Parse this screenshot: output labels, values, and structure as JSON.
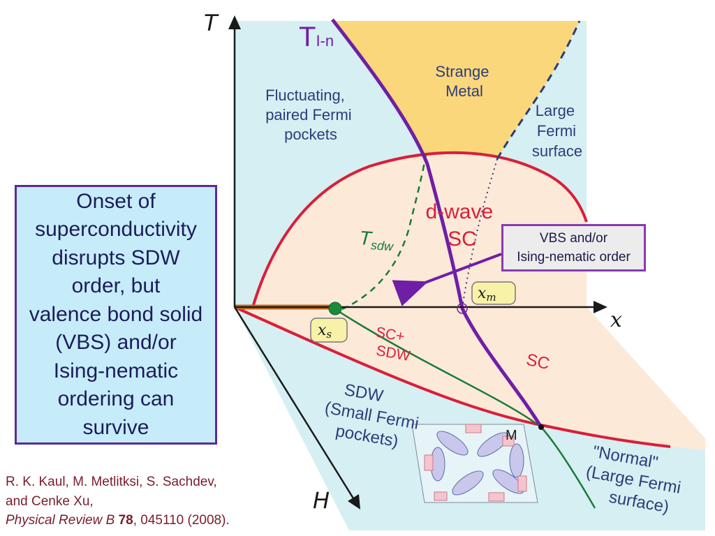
{
  "axes": {
    "t": "T",
    "x": "x",
    "h": "H"
  },
  "regions": {
    "t_ln_main": "T",
    "t_ln_sub": "I-n",
    "strange_metal": [
      "Strange",
      "Metal"
    ],
    "fluctuating": [
      "Fluctuating,",
      "paired Fermi",
      "pockets"
    ],
    "large_fermi": [
      "Large",
      "Fermi",
      "surface"
    ],
    "dwave": [
      "d-wave",
      "SC"
    ],
    "tsdw_main": "T",
    "tsdw_sub": "sdw",
    "sc_sdw": [
      "SC+",
      "SDW"
    ],
    "sc": "SC",
    "sdw": [
      "SDW",
      "(Small Fermi",
      "pockets)"
    ],
    "normal": [
      "\"Normal\"",
      "(Large Fermi",
      "surface)"
    ],
    "m_point": "M",
    "xs_main": "x",
    "xs_sub": "s",
    "xm_main": "x",
    "xm_sub": "m"
  },
  "colors": {
    "sky": "#d6eff3",
    "orange_region": "#fde9d8",
    "strange_metal": "#fbd77c",
    "red_line": "#d81f3a",
    "purple_line": "#6f1fa6",
    "green_line": "#1a7a3a",
    "navy_dashed": "#2c3d7a",
    "label_blue": "#2c3d7a",
    "label_red": "#d81f3a",
    "brown_segment": "#c86a17",
    "callout_bg": "#f7f2a8"
  },
  "note_box": {
    "text": "Onset of\nsuperconductivity\ndisrupts SDW\norder, but\nvalence bond solid\n(VBS) and/or\nIsing-nematic\nordering can\nsurvive"
  },
  "vbs_callout": {
    "text": "VBS and/or\nIsing-nematic order"
  },
  "reference": {
    "authors_line1": "R. K. Kaul, M. Metlitksi, S. Sachdev,",
    "authors_line2": "and Cenke Xu,",
    "journal": "Physical Review B",
    "volume": "78",
    "pages": ", 045110 (2008)."
  }
}
